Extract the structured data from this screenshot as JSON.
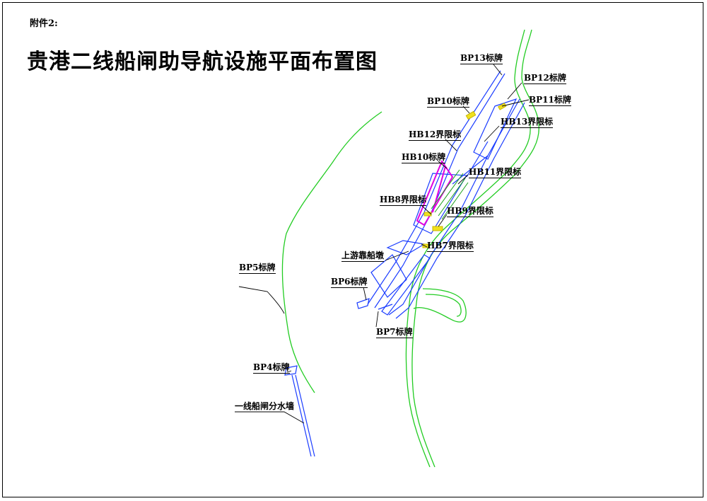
{
  "header": {
    "attachment": "附件2:",
    "title": "贵港二线船闸助导航设施平面布置图"
  },
  "labels": {
    "bp13": "BP13标牌",
    "bp12": "BP12标牌",
    "bp10": "BP10标牌",
    "bp11": "BP11标牌",
    "hb13": "HB13界限标",
    "hb12": "HB12界限标",
    "hb10": "HB10标牌",
    "hb11": "HB11界限标",
    "hb8": "HB8界限标",
    "hb9": "HB9界限标",
    "hb7": "HB7界限标",
    "upstream_pier": "上游靠船墩",
    "bp6": "BP6标牌",
    "bp7": "BP7标牌",
    "bp5": "BP5标牌",
    "bp4": "BP4标牌",
    "divider_wall": "一线船闸分水墙"
  },
  "colors": {
    "bank": "#22cc22",
    "structure": "#1a3cff",
    "highlight_magenta": "#e000e0",
    "marker_yellow": "#f0e020",
    "leader": "#000000"
  }
}
